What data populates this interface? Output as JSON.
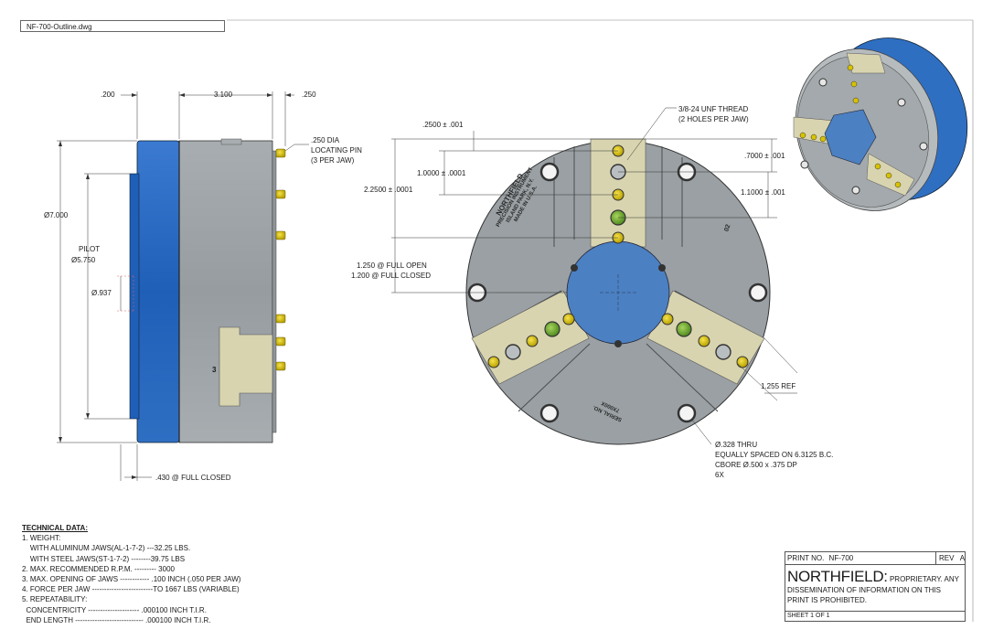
{
  "file_tab": "NF-700-Outline.dwg",
  "side_view": {
    "dim_200": ".200",
    "dim_3100": "3.100",
    "dim_250": ".250",
    "pin_note": [
      ".250 DIA",
      "LOCATING PIN",
      "(3 PER JAW)"
    ],
    "dia_7000": "Ø7.000",
    "pilot_label": "PILOT",
    "pilot_dia": "Ø5.750",
    "dia_937": "Ø.937",
    "jaw_number": "3",
    "closed_note": ".430 @ FULL CLOSED"
  },
  "front_view": {
    "dim_2500": ".2500 ± .001",
    "dim_10000": "1.0000 ± .0001",
    "dim_22500": "2.2500 ± .0001",
    "thread_note": [
      "3/8-24 UNF THREAD",
      "(2 HOLES PER JAW)"
    ],
    "dim_7000": ".7000 ± .001",
    "dim_11000": "1.1000 ± .001",
    "open_note": [
      "1.250 @ FULL OPEN",
      "1.200 @ FULL CLOSED"
    ],
    "ref_1255": "1.255 REF",
    "hole_note": [
      "Ø.328 THRU",
      "EQUALLY SPACED ON 6.3125 B.C.",
      "CBORE Ø.500 x .375 DP",
      "6X"
    ],
    "brand_lines": [
      "NORTHFIELD",
      "PRECISION INSTRUMENT",
      "ISLAND PARK, N.Y.",
      "MADE IN U.S.A."
    ],
    "serial_lines": [
      "SERIAL NO.",
      "7X000X"
    ],
    "jaw_mark": "02"
  },
  "tech_data": {
    "heading": "TECHNICAL DATA:",
    "lines": [
      "1. WEIGHT:",
      "    WITH ALUMINUM JAWS(AL-1-7-2) ---32.25 LBS.",
      "    WITH STEEL JAWS(ST-1-7-2) --------39.75 LBS",
      "2. MAX. RECOMMENDED R.P.M. --------- 3000",
      "3. MAX. OPENING OF JAWS ------------ .100 INCH (.050 PER JAW)",
      "4. FORCE PER JAW -------------------------TO 1667 LBS (VARIABLE)",
      "5. REPEATABILITY:",
      "  CONCENTRICITY --------------------- .000100 INCH T.I.R.",
      "  END LENGTH ---------------------------- .000100 INCH T.I.R."
    ]
  },
  "title_block": {
    "print_no_label": "PRINT NO.",
    "print_no": "NF-700",
    "rev_label": "REV",
    "rev": "A",
    "company": "NORTHFIELD:",
    "notice_1": "PROPRIETARY. ANY",
    "notice_2": "DISSEMINATION OF INFORMATION ON THIS",
    "notice_3": "PRINT IS PROHIBITED.",
    "sheet": "SHEET 1  OF 1"
  },
  "colors": {
    "body_gray": "#9da3a6",
    "blue": "#2f6fc2",
    "jaw_tan": "#d8d4b0",
    "pin_yellow": "#d8c200",
    "pilot_blue": "#4b80c2"
  }
}
